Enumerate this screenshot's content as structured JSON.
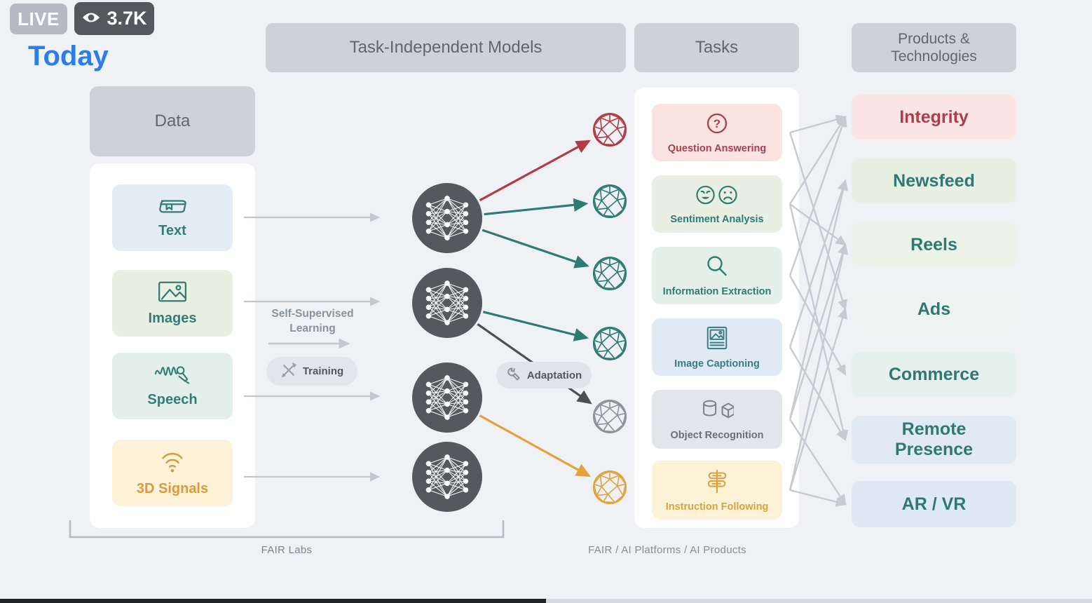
{
  "stream": {
    "live_badge": "LIVE",
    "viewer_count": "3.7K"
  },
  "slide": {
    "title": "Today",
    "headers": {
      "data": "Data",
      "models": "Task-Independent Models",
      "tasks": "Tasks",
      "products": "Products & Technologies"
    },
    "data_items": [
      {
        "label": "Text",
        "icon": "book-icon"
      },
      {
        "label": "Images",
        "icon": "picture-icon"
      },
      {
        "label": "Speech",
        "icon": "waveform-mic-icon"
      },
      {
        "label": "3D Signals",
        "icon": "wifi-signal-icon"
      }
    ],
    "process": {
      "ssl": "Self-Supervised Learning",
      "training": "Training",
      "adaptation": "Adaptation"
    },
    "tasks": [
      {
        "label": "Question Answering",
        "icon": "question-circle-icon"
      },
      {
        "label": "Sentiment Analysis",
        "icon": "happy-sad-faces-icon"
      },
      {
        "label": "Information Extraction",
        "icon": "magnifier-icon"
      },
      {
        "label": "Image Captioning",
        "icon": "captioned-image-icon"
      },
      {
        "label": "Object Recognition",
        "icon": "cylinder-cube-icon"
      },
      {
        "label": "Instruction Following",
        "icon": "signpost-icon"
      }
    ],
    "products": [
      {
        "label": "Integrity"
      },
      {
        "label": "Newsfeed"
      },
      {
        "label": "Reels"
      },
      {
        "label": "Ads"
      },
      {
        "label": "Commerce"
      },
      {
        "label": "Remote Presence"
      },
      {
        "label": "AR / VR"
      }
    ],
    "footnotes": {
      "left": "FAIR Labs",
      "right": "FAIR  /  AI Platforms  /  AI Products"
    }
  },
  "colors": {
    "red": "#b23b46",
    "teal": "#2c7c73",
    "dark": "#4b5055",
    "orange": "#e1a33e",
    "gray_sphere": "#8d9298",
    "flow_gray": "#c3c8ce",
    "cross_gray": "#c7cbd1",
    "accent_blue": "#2b7de9"
  },
  "sphere_colors": [
    "red",
    "teal",
    "teal",
    "teal",
    "gray_sphere",
    "orange"
  ],
  "model_connections": [
    {
      "from_model": 0,
      "to_sphere": 0,
      "color": "red"
    },
    {
      "from_model": 0,
      "to_sphere": 1,
      "color": "teal"
    },
    {
      "from_model": 0,
      "to_sphere": 2,
      "color": "teal"
    },
    {
      "from_model": 1,
      "to_sphere": 3,
      "color": "teal"
    },
    {
      "from_model": 1,
      "to_sphere": 4,
      "color": "dark"
    },
    {
      "from_model": 2,
      "to_sphere": 5,
      "color": "orange"
    }
  ],
  "task_product_connections": [
    [
      0,
      0
    ],
    [
      0,
      3
    ],
    [
      1,
      0
    ],
    [
      1,
      2
    ],
    [
      1,
      5
    ],
    [
      2,
      0
    ],
    [
      2,
      4
    ],
    [
      3,
      1
    ],
    [
      3,
      5
    ],
    [
      4,
      1
    ],
    [
      4,
      2
    ],
    [
      4,
      6
    ],
    [
      5,
      2
    ],
    [
      5,
      3
    ],
    [
      5,
      6
    ]
  ]
}
